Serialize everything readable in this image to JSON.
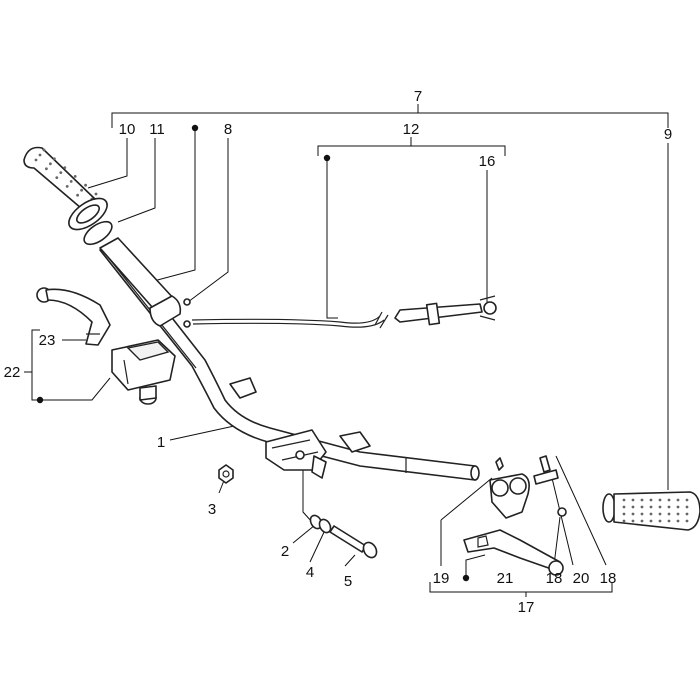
{
  "labels": {
    "l1": "1",
    "l2": "2",
    "l3": "3",
    "l4": "4",
    "l5": "5",
    "l7": "7",
    "l8": "8",
    "l9": "9",
    "l10": "10",
    "l11": "11",
    "l12": "12",
    "l16": "16",
    "l17": "17",
    "l18a": "18",
    "l18b": "18",
    "l19": "19",
    "l20": "20",
    "l21": "21",
    "l22": "22",
    "l23": "23"
  },
  "icons": {
    "left-grip": "grip-icon",
    "right-grip": "grip-icon",
    "throttle-cable": "cable-icon",
    "brake-lever": "lever-icon",
    "master-cylinder": "pump-icon"
  }
}
